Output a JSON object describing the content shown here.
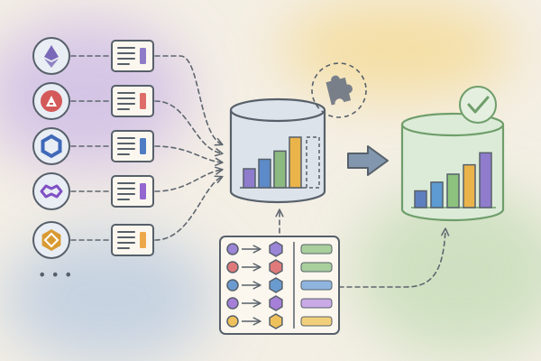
{
  "colors": {
    "background": "#f4efe5",
    "outline": "#57606a",
    "connector": "#5f666e",
    "chain_circle_fill": "#e9eef5",
    "card_fill": "#fbf7ee",
    "cylinder_fill": "#dde3ea",
    "cylinder_target_fill": "#dcebd8",
    "cylinder_target_stroke": "#6f9e6a",
    "arrow_fill": "#8297ad",
    "puzzle_fill": "#787f88",
    "check_fill": "#e4efe0",
    "check_stroke": "#6f9e6a",
    "wash_purple": "#cbb8e6",
    "wash_yellow": "#f5d98e",
    "wash_blue": "#b7c9e0",
    "wash_green": "#c2dbb5"
  },
  "sources": [
    {
      "icon": "ethereum-icon",
      "color": "#7a68b8",
      "tag_color": "#8e7cc9"
    },
    {
      "icon": "avalanche-icon",
      "color": "#d45a5a",
      "tag_color": "#de6d69"
    },
    {
      "icon": "chainlink-icon",
      "color": "#3f68b8",
      "tag_color": "#4e7bc4"
    },
    {
      "icon": "polygon-icon",
      "color": "#8052c4",
      "tag_color": "#9466cf"
    },
    {
      "icon": "binance-icon",
      "color": "#d99a32",
      "tag_color": "#eda84a"
    }
  ],
  "more_sources_icon": "ellipsis-icon",
  "warehouse": {
    "icon": "database-cylinder-icon",
    "extension_icon": "puzzle-piece-icon",
    "bar_colors": [
      "#8f7ccd",
      "#5d8ac8",
      "#8dba80",
      "#eab44a"
    ],
    "bar_levels": [
      0.3,
      0.45,
      0.58,
      0.8
    ]
  },
  "transfer_arrow_icon": "arrow-right-icon",
  "output": {
    "icon": "database-cylinder-icon",
    "status_icon": "checkmark-icon",
    "bar_colors": [
      "#5d7fc0",
      "#5d9bd2",
      "#8dc27e",
      "#eab44a",
      "#8f7ccd"
    ],
    "bar_levels": [
      0.25,
      0.38,
      0.5,
      0.64,
      0.82
    ]
  },
  "mapping_panel": {
    "rows": [
      {
        "color": "#9b85d6"
      },
      {
        "color": "#e07a7a"
      },
      {
        "color": "#6a9bd0"
      },
      {
        "color": "#a67fd8"
      },
      {
        "color": "#efc15a"
      }
    ],
    "label_colors": [
      "#a9cf9c",
      "#a9cf9c",
      "#8fb5de",
      "#c9a9e6",
      "#f2cf7a"
    ]
  }
}
